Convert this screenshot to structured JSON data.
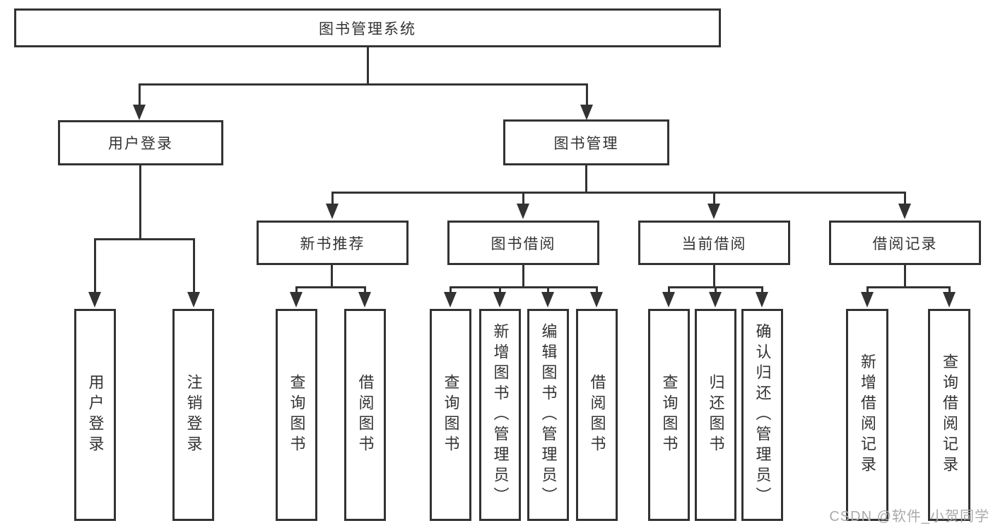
{
  "root": {
    "label": "图书管理系统"
  },
  "user_branch": {
    "label": "用户登录",
    "leaves": [
      "用户登录",
      "注销登录"
    ]
  },
  "management_branch": {
    "label": "图书管理"
  },
  "sections": [
    {
      "label": "新书推荐",
      "leaves": [
        "查询图书",
        "借阅图书"
      ]
    },
    {
      "label": "图书借阅",
      "leaves": [
        "查询图书",
        "新增图书（管理员）",
        "编辑图书（管理员）",
        "借阅图书"
      ]
    },
    {
      "label": "当前借阅",
      "leaves": [
        "查询图书",
        "归还图书",
        "确认归还（管理员）"
      ]
    },
    {
      "label": "借阅记录",
      "leaves": [
        "新增借阅记录",
        "查询借阅记录"
      ]
    }
  ],
  "watermark": "CSDN @软件_小贺同学",
  "colors": {
    "line": "#333333",
    "background": "#ffffff",
    "watermark": "#aaaaaa"
  }
}
